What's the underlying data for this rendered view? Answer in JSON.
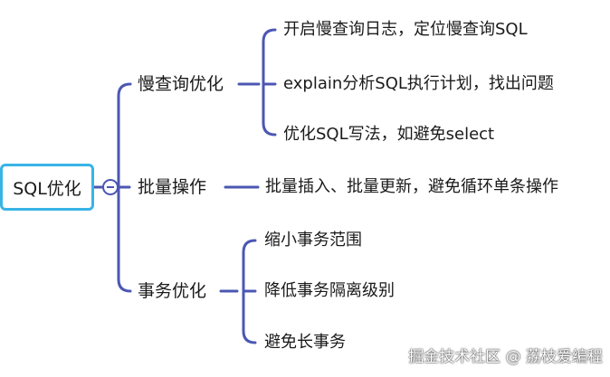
{
  "colors": {
    "line": "#4b57b3",
    "root_border": "#39b4e6"
  },
  "root": {
    "label": "SQL优化",
    "collapse_icon": "minus-circle-icon"
  },
  "branches": [
    {
      "label": "慢查询优化",
      "children": [
        "开启慢查询日志，定位慢查询SQL",
        "explain分析SQL执行计划，找出问题",
        "优化SQL写法，如避免select"
      ]
    },
    {
      "label": "批量操作",
      "children": [
        "批量插入、批量更新，避免循环单条操作"
      ]
    },
    {
      "label": "事务优化",
      "children": [
        "缩小事务范围",
        "降低事务隔离级别",
        "避免长事务"
      ]
    }
  ],
  "watermark": "掘金技术社区 @ 荔枝爱编程"
}
